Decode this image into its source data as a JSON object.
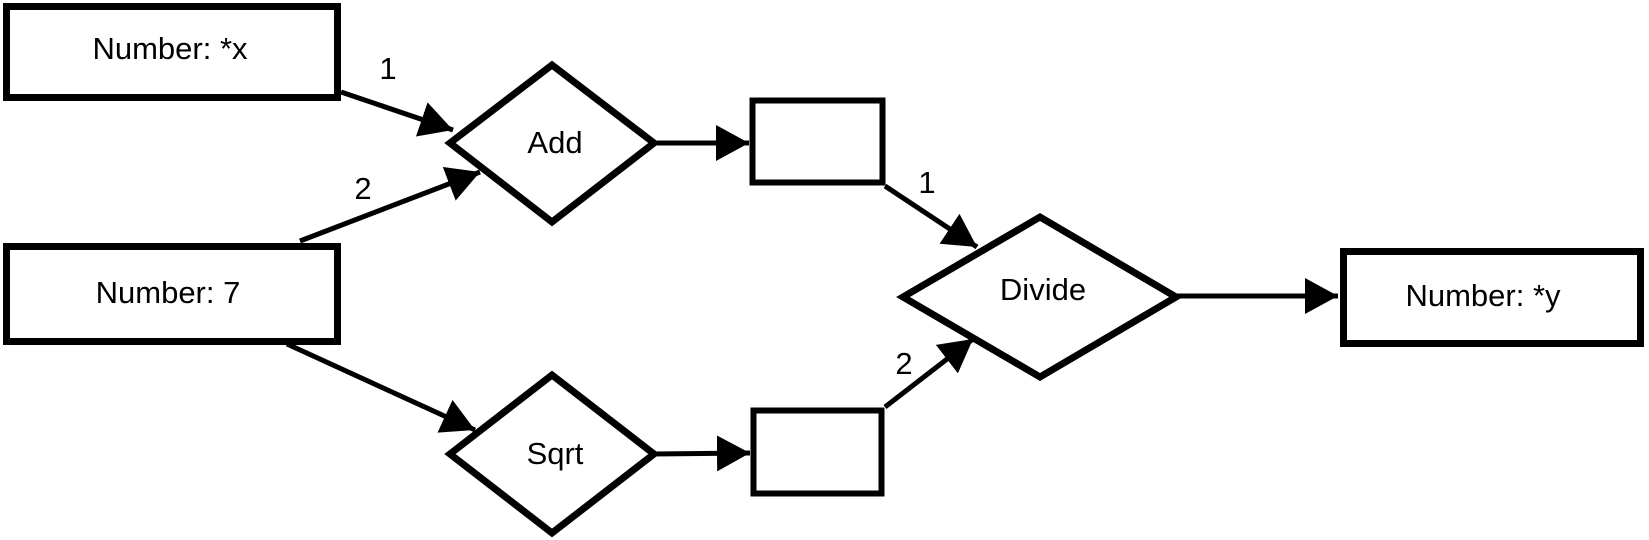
{
  "diagram": {
    "title": "dataflow-expression-diagram",
    "colors": {
      "background": "#ffffff",
      "stroke": "#000000",
      "text": "#000000"
    },
    "nodes": {
      "input_x": {
        "label": "Number: *x",
        "kind": "value-box"
      },
      "input_seven": {
        "label": "Number: 7",
        "kind": "value-box"
      },
      "op_add": {
        "label": "Add",
        "kind": "operator-diamond"
      },
      "op_sqrt": {
        "label": "Sqrt",
        "kind": "operator-diamond"
      },
      "op_divide": {
        "label": "Divide",
        "kind": "operator-diamond"
      },
      "result_add": {
        "label": "",
        "kind": "result-box"
      },
      "result_sqrt": {
        "label": "",
        "kind": "result-box"
      },
      "output_y": {
        "label": "Number: *y",
        "kind": "value-box"
      }
    },
    "edges": {
      "x_to_add": {
        "label": "1",
        "from": "input_x",
        "to": "op_add"
      },
      "seven_to_add": {
        "label": "2",
        "from": "input_seven",
        "to": "op_add"
      },
      "seven_to_sqrt": {
        "label": "",
        "from": "input_seven",
        "to": "op_sqrt"
      },
      "add_to_result": {
        "label": "",
        "from": "op_add",
        "to": "result_add"
      },
      "sqrt_to_result": {
        "label": "",
        "from": "op_sqrt",
        "to": "result_sqrt"
      },
      "result_add_to_divide": {
        "label": "1",
        "from": "result_add",
        "to": "op_divide"
      },
      "result_sqrt_to_divide": {
        "label": "2",
        "from": "result_sqrt",
        "to": "op_divide"
      },
      "divide_to_y": {
        "label": "",
        "from": "op_divide",
        "to": "output_y"
      }
    }
  }
}
